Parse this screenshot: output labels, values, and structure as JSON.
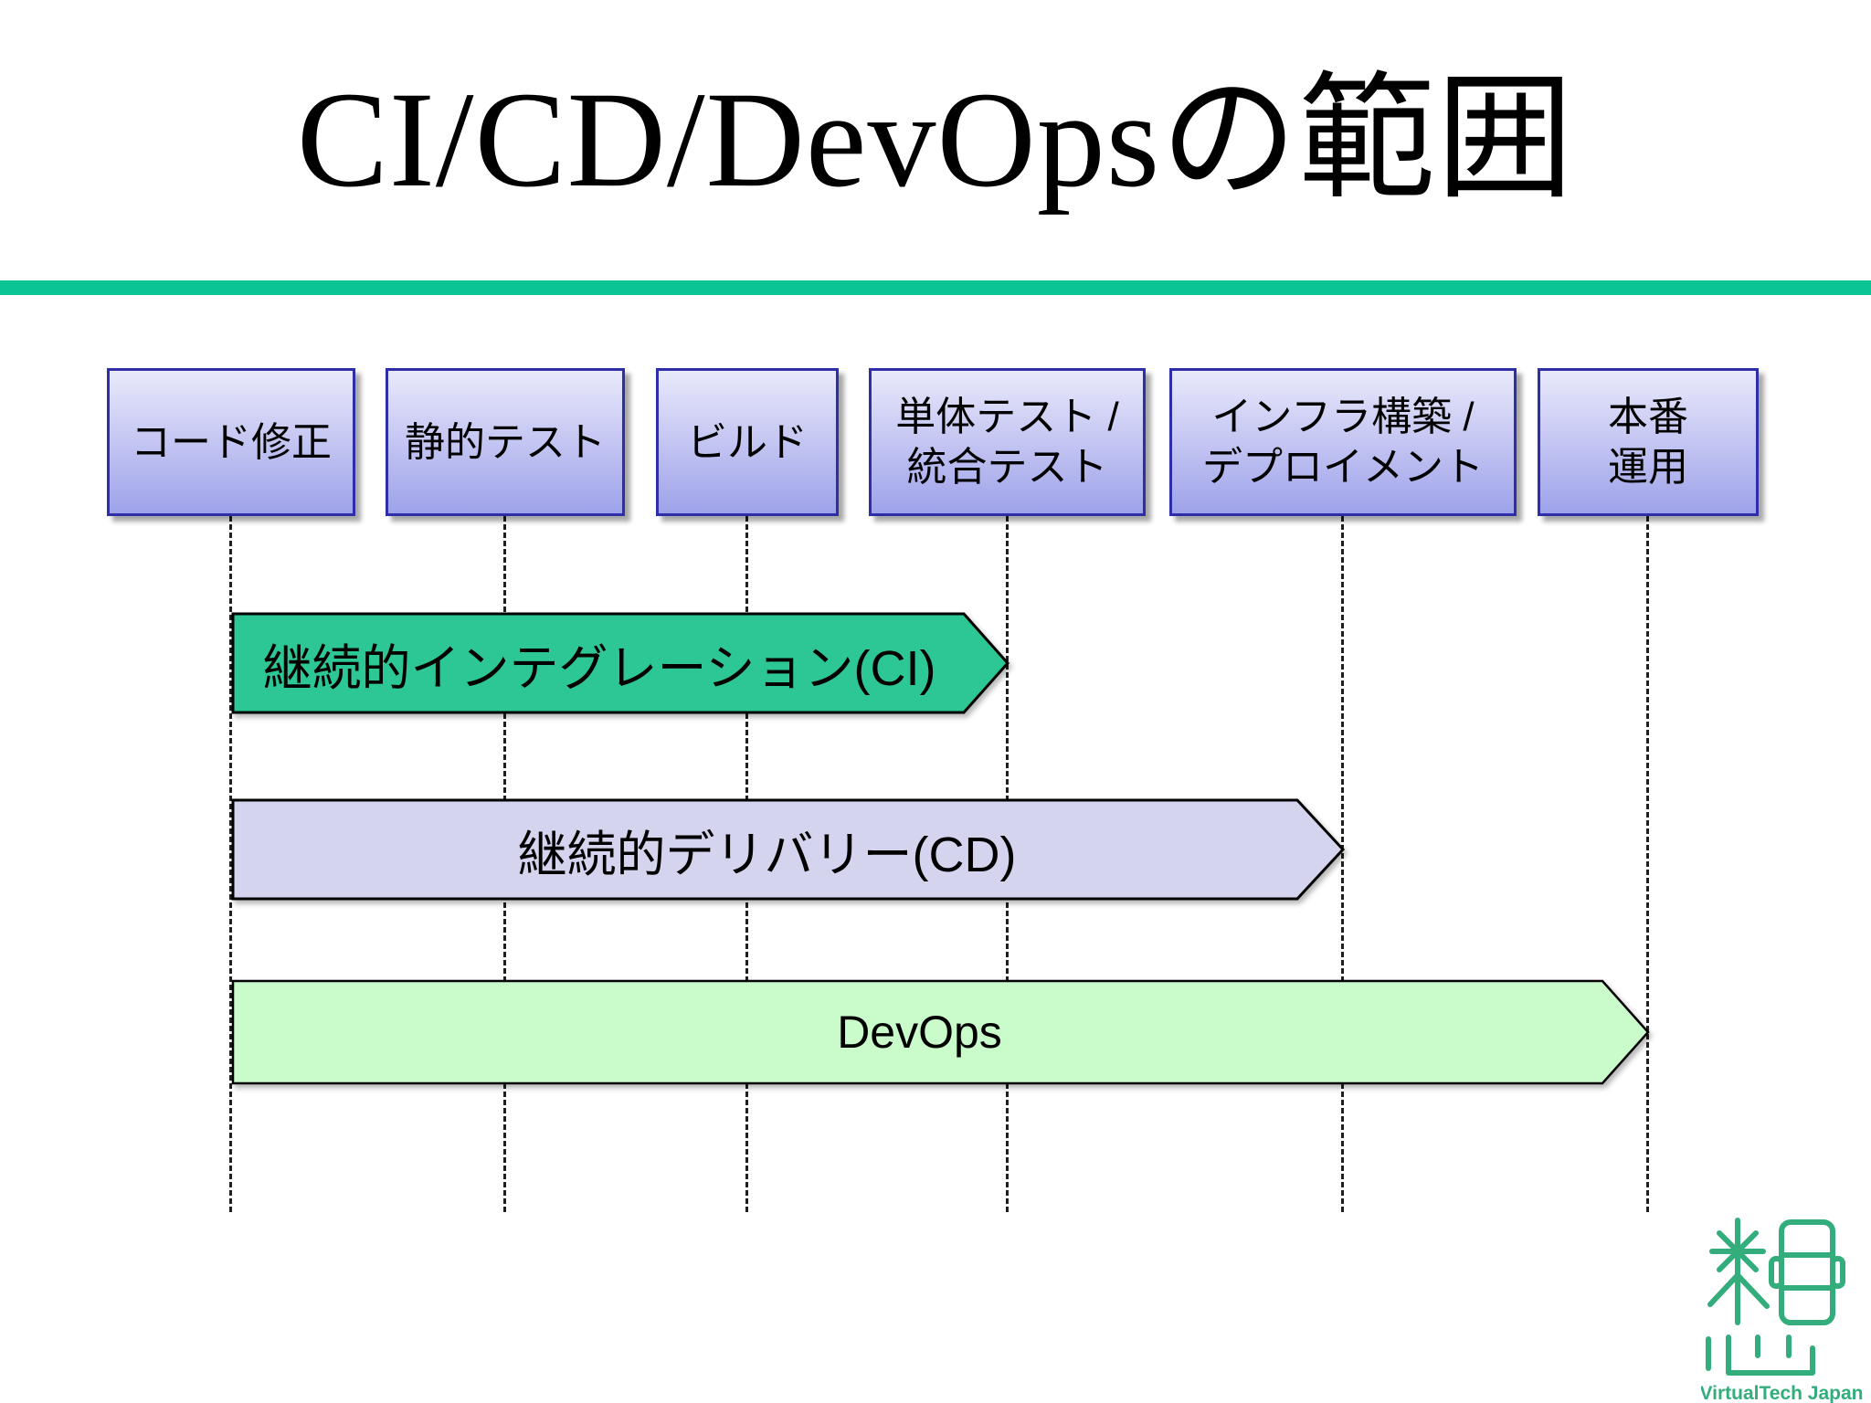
{
  "slide": {
    "title": "CI/CD/DevOpsの範囲",
    "accent_color": "#0bc495",
    "background_color": "#ffffff"
  },
  "theme": {
    "box_fill_top": "#e9e9fb",
    "box_fill_bottom": "#9ea2e9",
    "box_border": "#2e2ea8",
    "dash_color": "#1f1f1f",
    "arrow_outline": "#000000"
  },
  "stages": [
    {
      "label": "コード修正"
    },
    {
      "label": "静的テスト"
    },
    {
      "label": "ビルド"
    },
    {
      "label": "単体テスト /\n統合テスト"
    },
    {
      "label": "インフラ構築 /\nデプロイメント"
    },
    {
      "label": "本番\n運用"
    }
  ],
  "spans": [
    {
      "label": "継続的インテグレーション(CI)",
      "fill": "#2cc795",
      "from": "コード修正",
      "to": "単体テスト / 統合テスト"
    },
    {
      "label": "継続的デリバリー(CD)",
      "fill": "#d5d4ef",
      "from": "コード修正",
      "to": "インフラ構築 / デプロイメント"
    },
    {
      "label": "DevOps",
      "fill": "#cafbca",
      "from": "コード修正",
      "to": "本番運用"
    }
  ],
  "logo": {
    "text": "VirtualTech Japan",
    "color": "#33ad7c"
  }
}
